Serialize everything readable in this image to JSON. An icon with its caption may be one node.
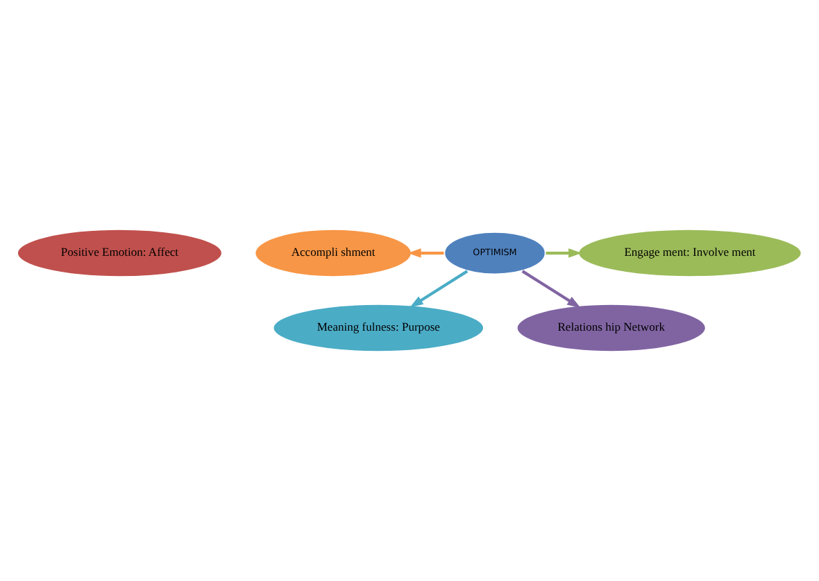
{
  "diagram": {
    "nodes": [
      {
        "text": [
          "Positive Emotion: Affect"
        ]
      },
      {
        "text": [
          "Accompli shment"
        ]
      },
      {
        "text": [
          "OPTIMISM"
        ]
      },
      {
        "text": [
          "Engage ment: Involve ment"
        ]
      },
      {
        "text": [
          "Meaning fulness: Purpose"
        ]
      },
      {
        "text": [
          "Relations hip Network"
        ]
      }
    ],
    "edges": [
      {
        "from": 2,
        "to": 1,
        "arrow": "to",
        "color": "#f79646"
      },
      {
        "from": 2,
        "to": 3,
        "arrow": "to",
        "color": "#9bbb59"
      },
      {
        "from": 2,
        "to": 4,
        "arrow": "to",
        "color": "#4bacc6"
      },
      {
        "from": 2,
        "to": 5,
        "arrow": "to",
        "color": "#8064a2"
      }
    ]
  }
}
